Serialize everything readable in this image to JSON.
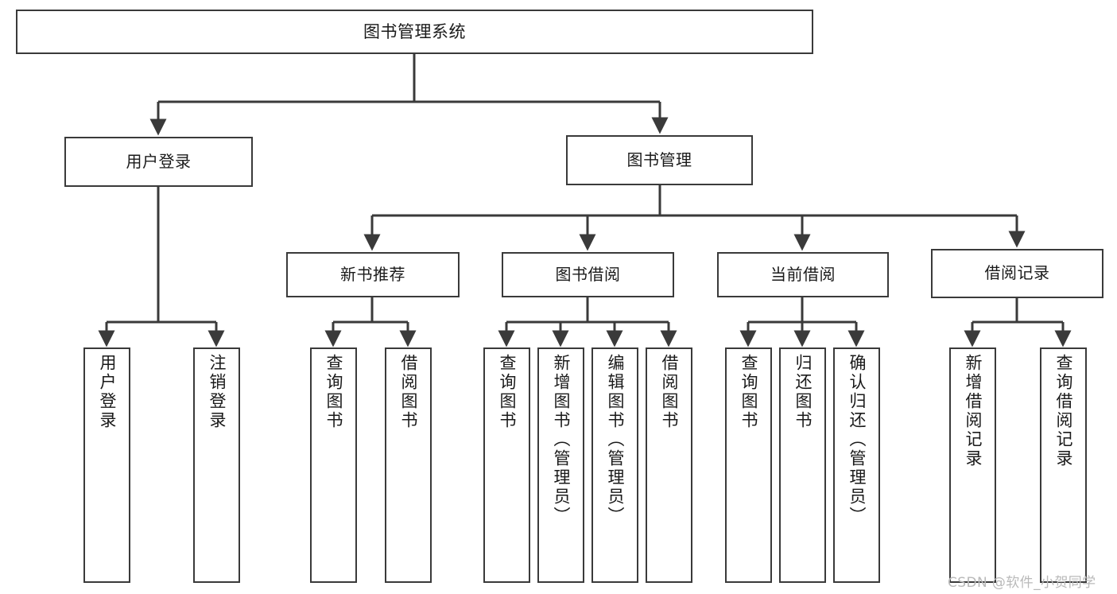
{
  "diagram": {
    "type": "tree",
    "title": "图书管理系统",
    "watermark": "CSDN @软件_小贺同学",
    "colors": {
      "node_border": "#3a3a3a",
      "node_fill": "#ffffff",
      "edge": "#3a3a3a",
      "text": "#1a1a1a",
      "watermark": "#b9b9b9",
      "background": "#ffffff"
    },
    "nodes": {
      "root": {
        "label": "图书管理系统"
      },
      "level1": [
        {
          "id": "user-login",
          "label": "用户登录"
        },
        {
          "id": "book-manage",
          "label": "图书管理"
        }
      ],
      "level2": [
        {
          "id": "new-book-rec",
          "label": "新书推荐"
        },
        {
          "id": "book-borrow",
          "label": "图书借阅"
        },
        {
          "id": "current-borrow",
          "label": "当前借阅"
        },
        {
          "id": "borrow-record",
          "label": "借阅记录"
        }
      ],
      "leaves": {
        "user_login": [
          {
            "id": "leaf-user-login",
            "label": "用户登录"
          },
          {
            "id": "leaf-logout",
            "label": "注销登录"
          }
        ],
        "new_book_rec": [
          {
            "id": "leaf-query-book-1",
            "label": "查询图书"
          },
          {
            "id": "leaf-borrow-book-1",
            "label": "借阅图书"
          }
        ],
        "book_borrow": [
          {
            "id": "leaf-query-book-2",
            "label": "查询图书"
          },
          {
            "id": "leaf-add-book",
            "label": "新增图书（管理员）"
          },
          {
            "id": "leaf-edit-book",
            "label": "编辑图书（管理员）"
          },
          {
            "id": "leaf-borrow-book-2",
            "label": "借阅图书"
          }
        ],
        "current_borrow": [
          {
            "id": "leaf-query-book-3",
            "label": "查询图书"
          },
          {
            "id": "leaf-return-book",
            "label": "归还图书"
          },
          {
            "id": "leaf-confirm-return",
            "label": "确认归还（管理员）"
          }
        ],
        "borrow_record": [
          {
            "id": "leaf-add-record",
            "label": "新增借阅记录"
          },
          {
            "id": "leaf-query-record",
            "label": "查询借阅记录"
          }
        ]
      }
    }
  }
}
